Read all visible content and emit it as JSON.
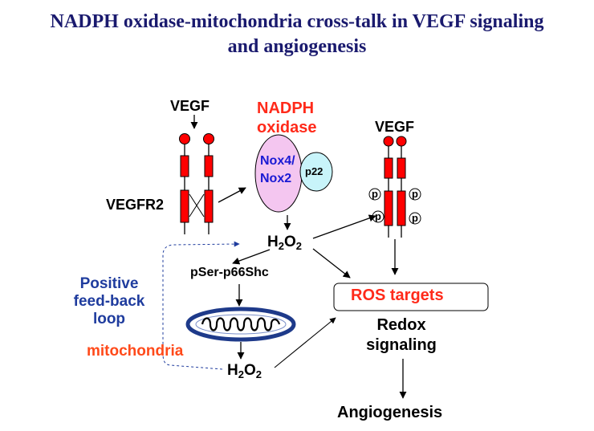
{
  "title": {
    "line1": "NADPH oxidase-mitochondria cross-talk in VEGF signaling",
    "line2": "and angiogenesis"
  },
  "labels": {
    "vegf_left": "VEGF",
    "vegf_right": "VEGF",
    "vegfr2": "VEGFR2",
    "nadph_line1": "NADPH",
    "nadph_line2": "oxidase",
    "nox4": "Nox4/",
    "nox2": "Nox2",
    "p22": "p22",
    "h2o2_main_h": "H",
    "h2o2_main_2a": "2",
    "h2o2_main_o": "O",
    "h2o2_main_2b": "2",
    "pser": "pSer-p66Shc",
    "ros_targets": "ROS targets",
    "redox_line1": "Redox",
    "redox_line2": "signaling",
    "positive_line1": "Positive",
    "positive_line2": "feed-back",
    "positive_line3": "loop",
    "mitochondria": "mitochondria",
    "h2o2_mito_h": "H",
    "h2o2_mito_2a": "2",
    "h2o2_mito_o": "O",
    "h2o2_mito_2b": "2",
    "angiogenesis": "Angiogenesis",
    "phospho": "p"
  },
  "colors": {
    "title": "#1a1a6e",
    "receptor": "#ff0000",
    "nox_fill": "#f4c6f0",
    "p22_fill": "#c8f4fa",
    "highlight_red": "#ff2a1a",
    "loop_blue": "#1f3c9e",
    "mito_ring": "#1e3a8a"
  }
}
